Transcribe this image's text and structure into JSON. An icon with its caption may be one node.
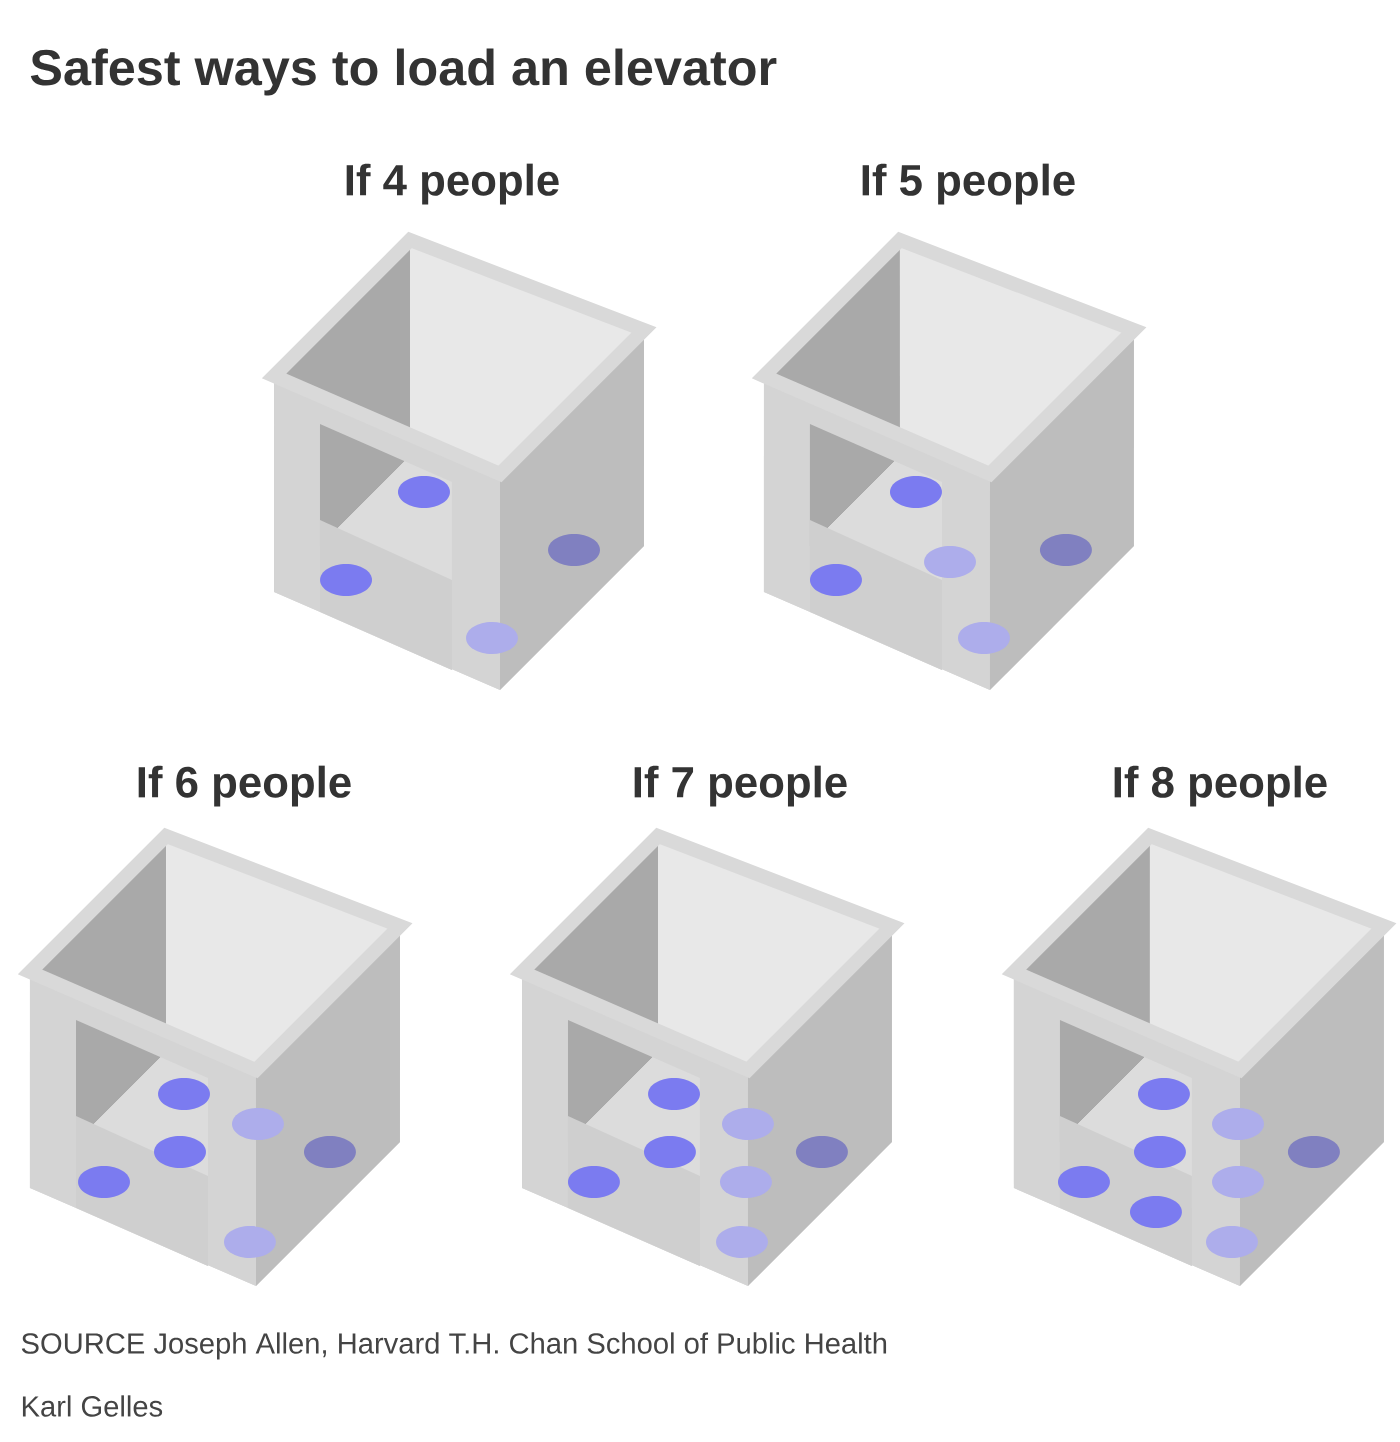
{
  "diagram": {
    "title": "Safest ways to load an elevator",
    "nodes": [
      {
        "text": [
          "If 4 people"
        ]
      },
      {
        "text": [
          "If 5 people"
        ]
      },
      {
        "text": [
          "If 6 people"
        ]
      },
      {
        "text": [
          "If 7 people"
        ]
      },
      {
        "text": [
          "If 8 people"
        ]
      }
    ],
    "labels": [
      "SOURCE Joseph Allen, Harvard T.H. Chan School of Public Health",
      "Karl Gelles"
    ]
  }
}
